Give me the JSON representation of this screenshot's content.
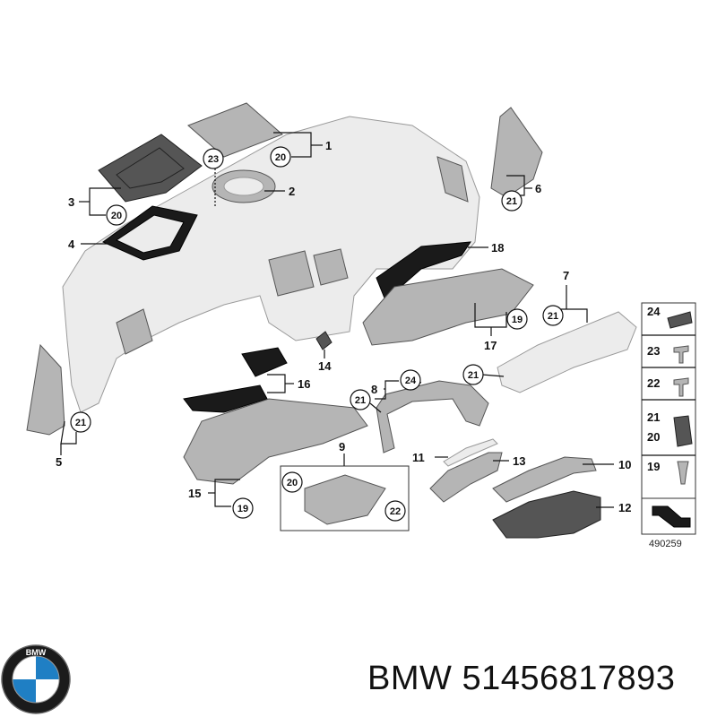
{
  "callouts": {
    "c1": "1",
    "c2": "2",
    "c3": "3",
    "c4": "4",
    "c5": "5",
    "c6": "6",
    "c7": "7",
    "c8": "8",
    "c9": "9",
    "c10": "10",
    "c11": "11",
    "c12": "12",
    "c13": "13",
    "c14": "14",
    "c15": "15",
    "c16": "16",
    "c17": "17",
    "c18": "18"
  },
  "bubbles": {
    "b20_1": "20",
    "b23": "23",
    "b20_3": "20",
    "b21_6": "21",
    "b19_17": "19",
    "b21_7": "21",
    "b24_8": "24",
    "b21_8": "21",
    "b21_mid": "21",
    "b21_5": "21",
    "b20_9": "20",
    "b22_9": "22",
    "b19_15": "19"
  },
  "legend": {
    "items": [
      "24",
      "23",
      "22",
      "21",
      "20",
      "19"
    ],
    "ref_number": "490259"
  },
  "footer": {
    "brand": "BMW",
    "part_number": "51456817893",
    "logo_text": "BMW"
  }
}
